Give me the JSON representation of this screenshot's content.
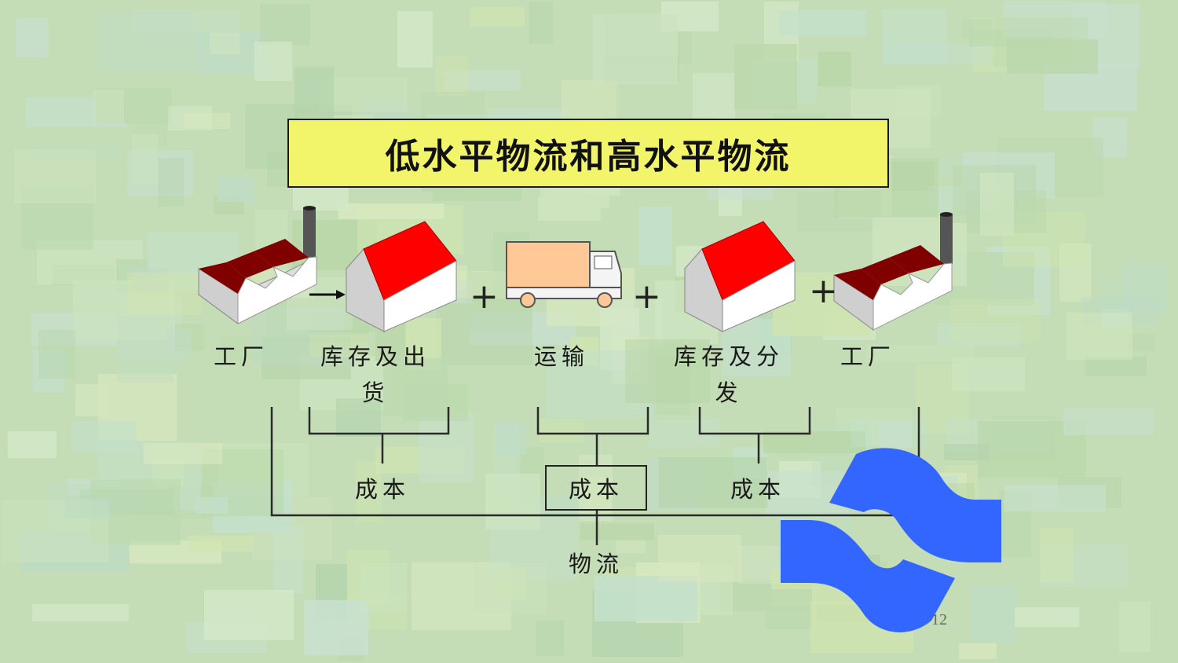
{
  "title": "低水平物流和高水平物流",
  "nodes": {
    "factory_left": "工厂",
    "warehouse_out_line1": "库存及出",
    "warehouse_out_line2": "货",
    "transport": "运输",
    "warehouse_dist_line1": "库存及分",
    "warehouse_dist_line2": "发",
    "factory_right": "工厂"
  },
  "operators": {
    "plus": "+"
  },
  "costs": {
    "cost_1": "成本",
    "cost_2": "成本",
    "cost_3": "成本"
  },
  "logistics": "物流",
  "page_number": "12",
  "colors": {
    "title_bg": "#f2f56a",
    "roof_factory": "#800000",
    "roof_warehouse": "#ff0000",
    "truck_cargo": "#ffc896",
    "cycle_arrows": "#3366ff",
    "background": "#c2dcb4"
  },
  "icons": [
    "factory-icon",
    "warehouse-icon",
    "truck-icon",
    "cycle-arrows-icon"
  ]
}
